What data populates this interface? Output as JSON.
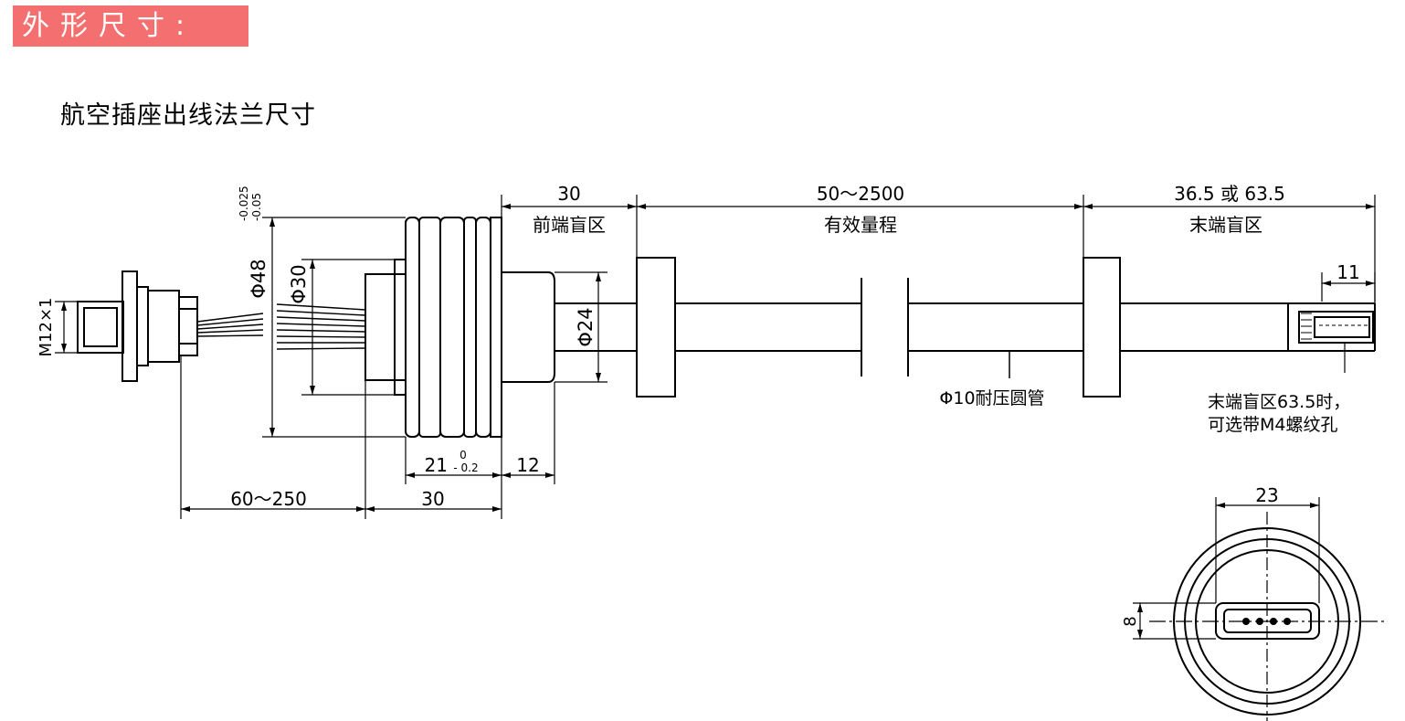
{
  "header": {
    "badge_text": "外形尺寸:"
  },
  "subtitle": "航空插座出线法兰尺寸",
  "colors": {
    "badge_bg": "#f46f6f",
    "badge_text": "#ffffff",
    "line": "#000000"
  },
  "dimensions": {
    "front_blind_length": "30",
    "front_blind_label": "前端盲区",
    "effective_range": "50～2500",
    "effective_range_label": "有效量程",
    "end_blind_length": "36.5 或 63.5",
    "end_blind_label": "末端盲区",
    "end_hole_depth": "11",
    "connector_thread": "M12×1",
    "flange_diameter": "Φ48",
    "flange_tol_upper": "-0.025",
    "flange_tol_lower": "-0.05",
    "boss_diameter": "Φ30",
    "neck_diameter": "Φ24",
    "flange_thickness": "21",
    "flange_thick_tol_upper": "0",
    "flange_thick_tol_lower": "- 0.2",
    "neck_length": "12",
    "cable_length": "60～250",
    "body_length": "30",
    "tube_label": "Φ10耐压圆管",
    "end_note_line1": "末端盲区63.5时，",
    "end_note_line2": "可选带M4螺纹孔",
    "socket_width": "23",
    "socket_height": "8"
  }
}
